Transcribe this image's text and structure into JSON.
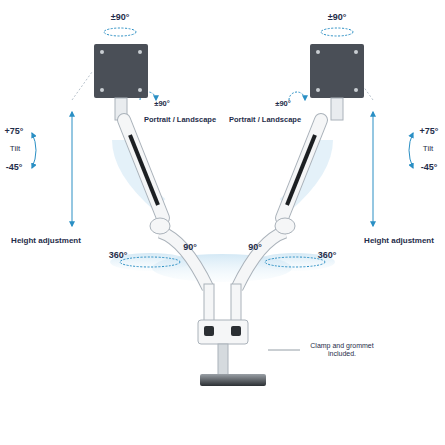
{
  "diagram": {
    "labels": [
      "±90°",
      "±90°",
      "±90°",
      "±90°",
      "Portrait / Landscape",
      "Portrait / Landscape",
      "+75°",
      "+75°",
      "Tilt",
      "Tilt",
      "-45°",
      "-45°",
      "Height adjustment",
      "Height adjustment",
      "360°",
      "90°",
      "90°",
      "360°",
      "Clamp and grommet included."
    ]
  }
}
